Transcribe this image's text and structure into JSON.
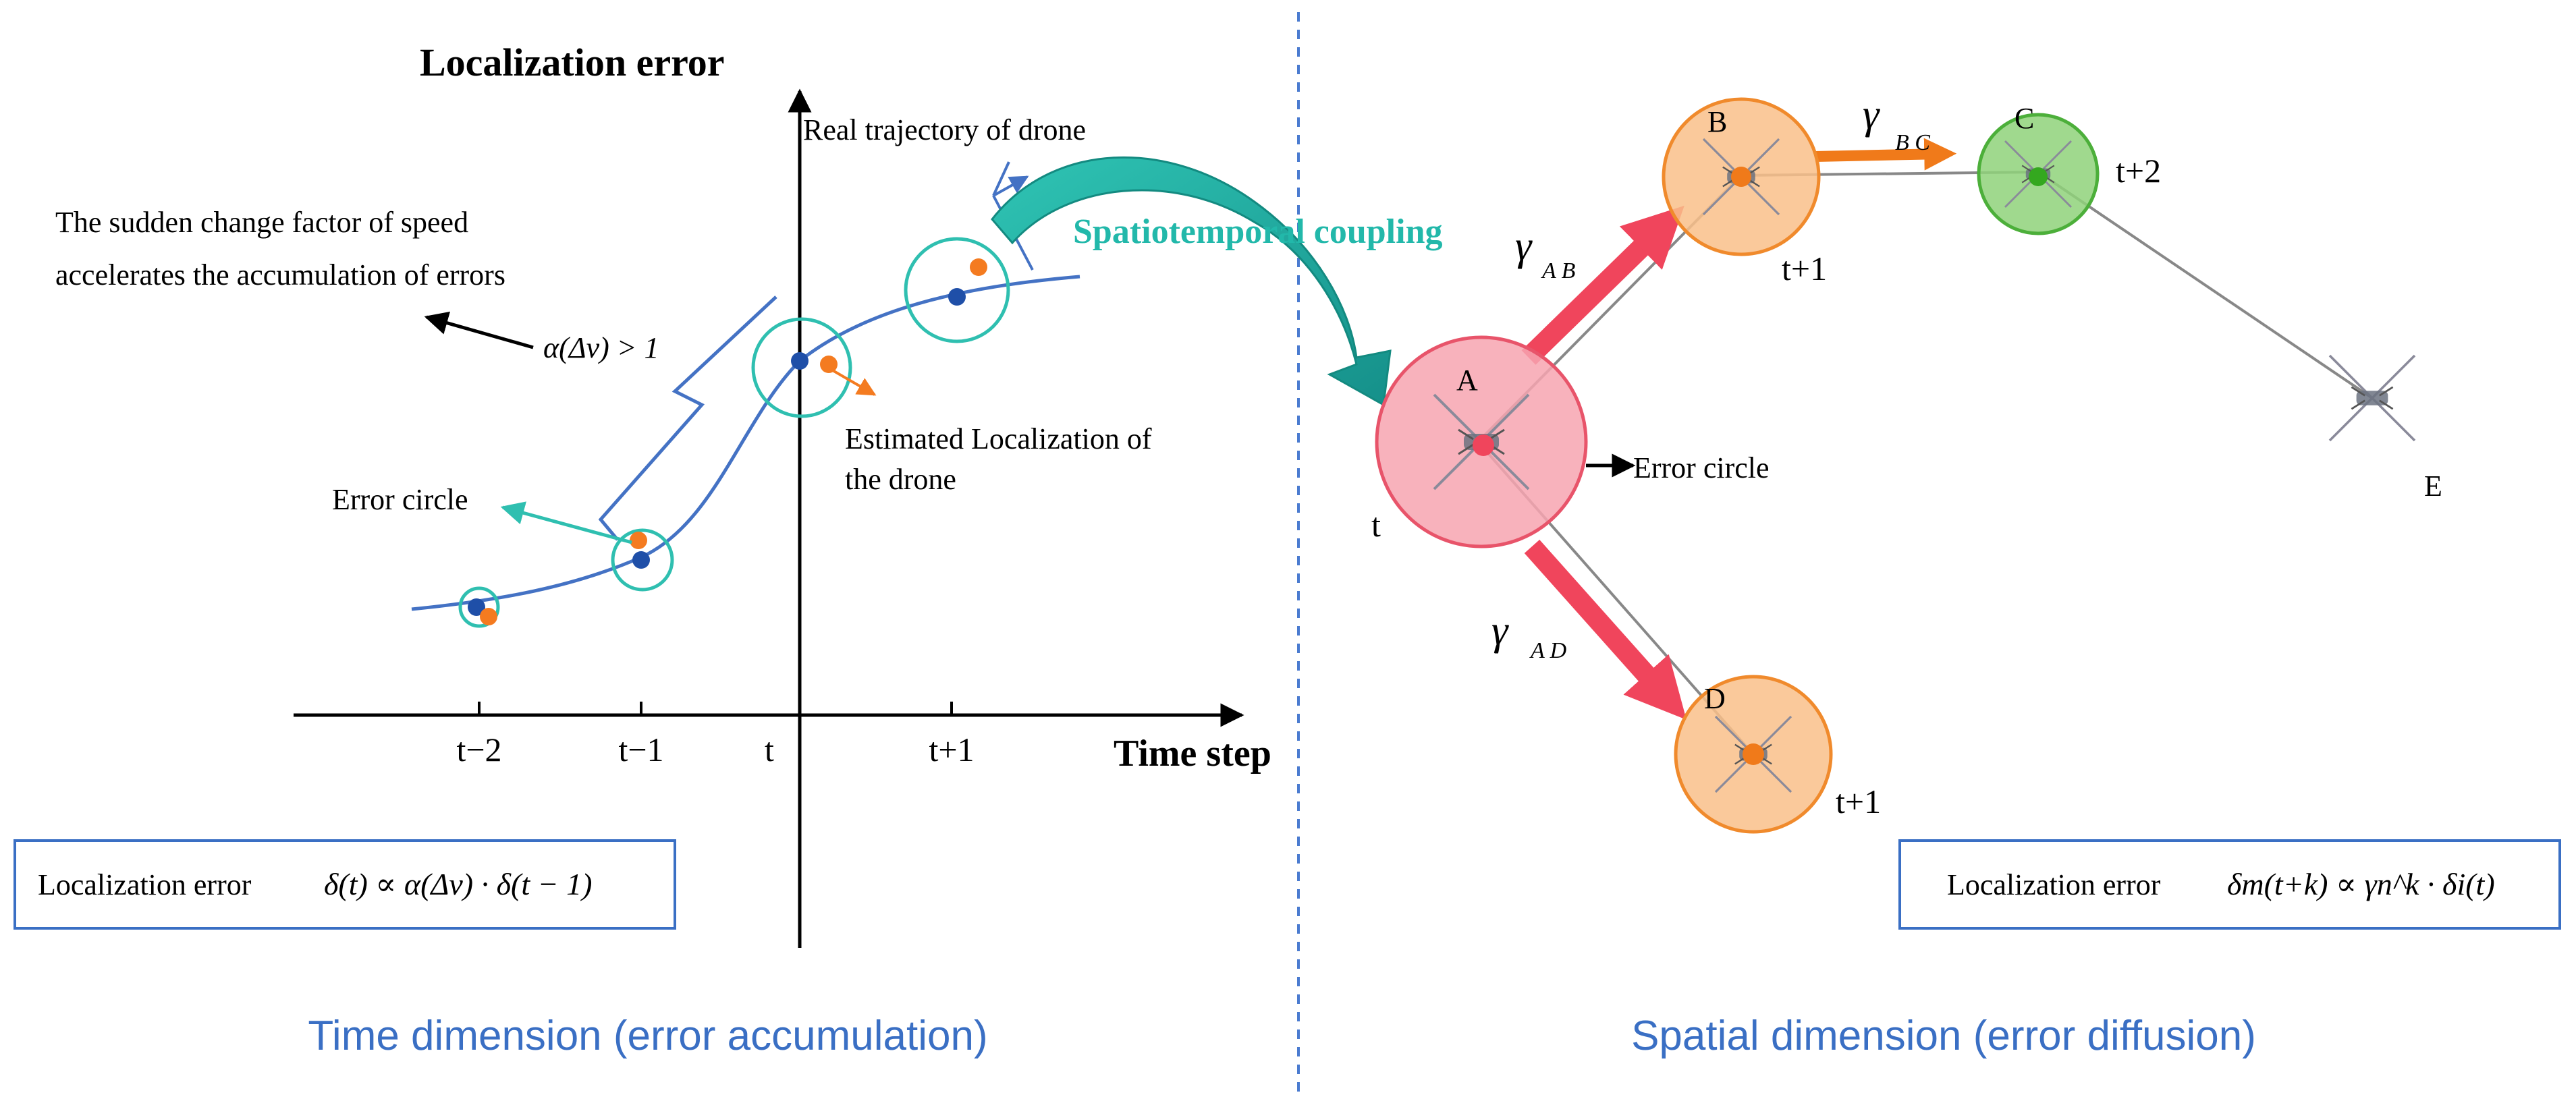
{
  "left_panel": {
    "y_axis_label": "Localization error",
    "x_axis_label": "Time step",
    "ticks": [
      "t−2",
      "t−1",
      "t",
      "t+1"
    ],
    "annotations": {
      "real_trajectory": "Real trajectory of drone",
      "sudden_change_line1": "The sudden change factor of speed",
      "sudden_change_line2": "accelerates the accumulation of errors",
      "alpha_condition": "α(Δv) > 1",
      "estimated_line1": "Estimated Localization of",
      "estimated_line2": "the drone",
      "error_circle": "Error circle"
    },
    "formula": {
      "prefix": "Localization error",
      "expression": "δ(t) ∝ α(Δv) · δ(t − 1)"
    },
    "caption": "Time dimension (error accumulation)"
  },
  "coupling_label": "Spatiotemporal coupling",
  "right_panel": {
    "nodes": [
      {
        "id": "A",
        "time": "t"
      },
      {
        "id": "B",
        "time": "t+1"
      },
      {
        "id": "C",
        "time": "t+2"
      },
      {
        "id": "D",
        "time": "t+1"
      },
      {
        "id": "E",
        "time": ""
      }
    ],
    "edges": [
      {
        "label": "γ",
        "sub": "A B"
      },
      {
        "label": "γ",
        "sub": "B C"
      },
      {
        "label": "γ",
        "sub": "A D"
      }
    ],
    "error_circle": "Error circle",
    "formula": {
      "prefix": "Localization error",
      "expression": "δm(t+k) ∝ γn^k · δi(t)"
    },
    "caption": "Spatial dimension (error diffusion)"
  },
  "colors": {
    "axis": "#000000",
    "curve": "#4472C4",
    "real_point": "#1F4FA8",
    "estimated_point": "#F47B20",
    "error_circle": "#2FBFB0",
    "coupling_arrow": "#22A89A",
    "caption": "#3A6FC4",
    "divider": "#4A7BD0",
    "node_red_fill": "#F7A4B0",
    "node_red_stroke": "#E8546A",
    "node_orange_fill": "#F9C08A",
    "node_orange_stroke": "#F08A2C",
    "node_green_fill": "#8FD27A",
    "node_green_stroke": "#4CAF3A",
    "edge_red": "#F0455C",
    "edge_orange": "#F07A1A",
    "box_stroke": "#3A6FC4"
  }
}
